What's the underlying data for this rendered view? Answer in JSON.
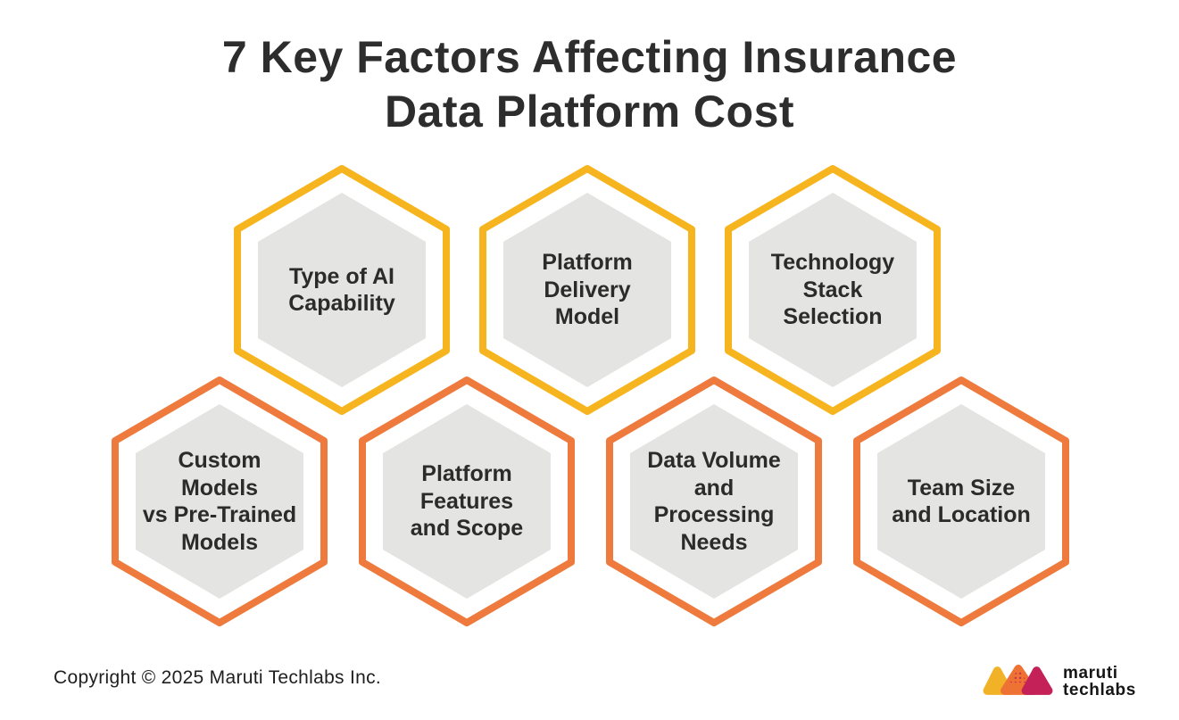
{
  "title": "7 Key Factors Affecting Insurance\nData Platform Cost",
  "colors": {
    "title_text": "#2D2D2D",
    "label_text": "#2B2B2B",
    "hex_border_yellow": "#F6B51F",
    "hex_border_orange": "#EE7B3D",
    "hex_inner_fill": "#E4E4E2",
    "hex_outer_fill": "#FFFFFF",
    "logo_yellow": "#F2B227",
    "logo_orange": "#EE7233",
    "logo_magenta": "#C42158"
  },
  "hexagons": [
    {
      "label": "Type of AI\nCapability",
      "border": "yellow"
    },
    {
      "label": "Platform\nDelivery\nModel",
      "border": "yellow"
    },
    {
      "label": "Technology\nStack\nSelection",
      "border": "yellow"
    },
    {
      "label": "Custom\nModels\nvs Pre-Trained\nModels",
      "border": "orange"
    },
    {
      "label": "Platform\nFeatures\nand Scope",
      "border": "orange"
    },
    {
      "label": "Data Volume\nand\nProcessing\nNeeds",
      "border": "orange"
    },
    {
      "label": "Team Size\nand Location",
      "border": "orange"
    }
  ],
  "footer": {
    "copyright": "Copyright © 2025 Maruti Techlabs Inc.",
    "logo": {
      "line1": "maruti",
      "line2": "techlabs"
    }
  }
}
